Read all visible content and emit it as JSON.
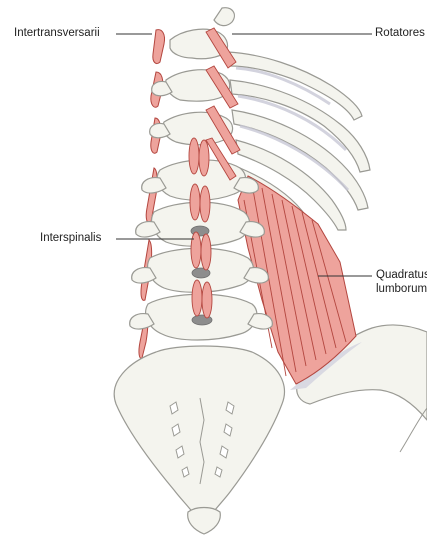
{
  "labels": {
    "intertransversarii": "Intertransversarii",
    "rotatores": "Rotatores",
    "interspinalis": "Interspinalis",
    "quadratus_line1": "Quadratus",
    "quadratus_line2": "lumborum"
  },
  "colors": {
    "bone_fill": "#f4f4ee",
    "bone_outline": "#9a9a94",
    "muscle_fill": "#eea39c",
    "muscle_stroke": "#b3463f",
    "disc_fill": "#8d8d8d",
    "rib_shadow": "#c9c9d6",
    "leader_line": "#333333"
  }
}
